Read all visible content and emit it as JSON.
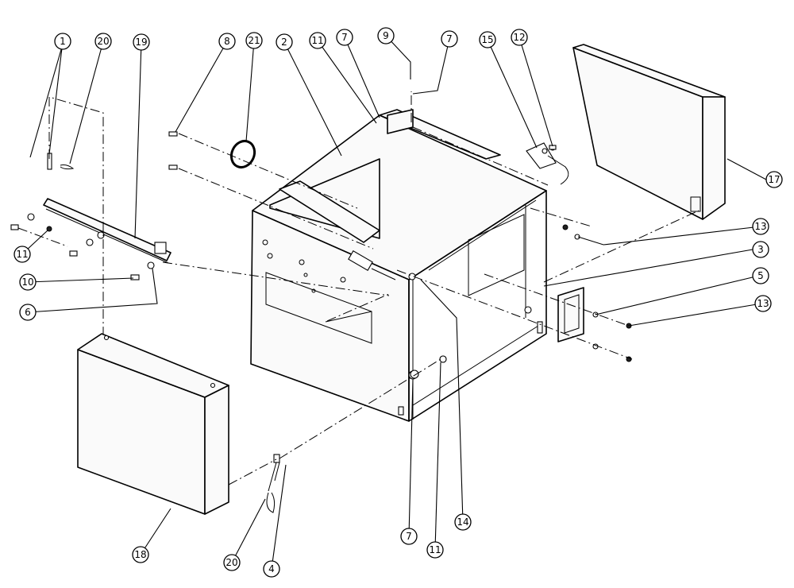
{
  "callouts": [
    {
      "id": "c1a",
      "label": "1"
    },
    {
      "id": "c20a",
      "label": "20"
    },
    {
      "id": "c19",
      "label": "19"
    },
    {
      "id": "c8",
      "label": "8"
    },
    {
      "id": "c21",
      "label": "21"
    },
    {
      "id": "c2",
      "label": "2"
    },
    {
      "id": "c11a",
      "label": "11"
    },
    {
      "id": "c7a",
      "label": "7"
    },
    {
      "id": "c9",
      "label": "9"
    },
    {
      "id": "c7b",
      "label": "7"
    },
    {
      "id": "c15",
      "label": "15"
    },
    {
      "id": "c12",
      "label": "12"
    },
    {
      "id": "c17",
      "label": "17"
    },
    {
      "id": "c11b",
      "label": "11"
    },
    {
      "id": "c10",
      "label": "10"
    },
    {
      "id": "c6",
      "label": "6"
    },
    {
      "id": "c13a",
      "label": "13"
    },
    {
      "id": "c3",
      "label": "3"
    },
    {
      "id": "c5",
      "label": "5"
    },
    {
      "id": "c13b",
      "label": "13"
    },
    {
      "id": "c18",
      "label": "18"
    },
    {
      "id": "c20b",
      "label": "20"
    },
    {
      "id": "c4",
      "label": "4"
    },
    {
      "id": "c7c",
      "label": "7"
    },
    {
      "id": "c11c",
      "label": "11"
    },
    {
      "id": "c14",
      "label": "14"
    }
  ],
  "colors": {
    "line": "#000000",
    "background": "#ffffff"
  }
}
